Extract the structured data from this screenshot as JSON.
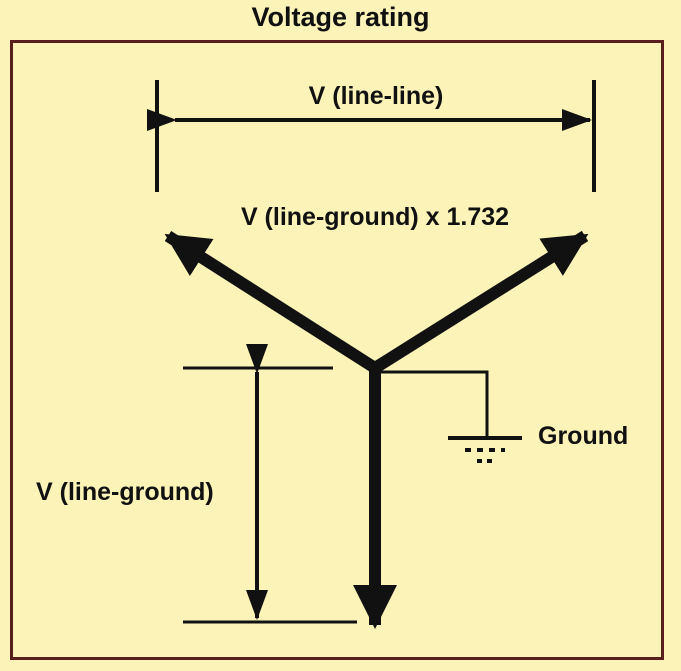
{
  "title": "Voltage rating",
  "labels": {
    "line_line": "V (line-line)",
    "line_ground_factor": "V (line-ground) x 1.732",
    "line_ground": "V (line-ground)",
    "ground": "Ground"
  },
  "colors": {
    "background": "#FBF3B8",
    "border": "#5A1E1E",
    "ink": "#111111"
  }
}
